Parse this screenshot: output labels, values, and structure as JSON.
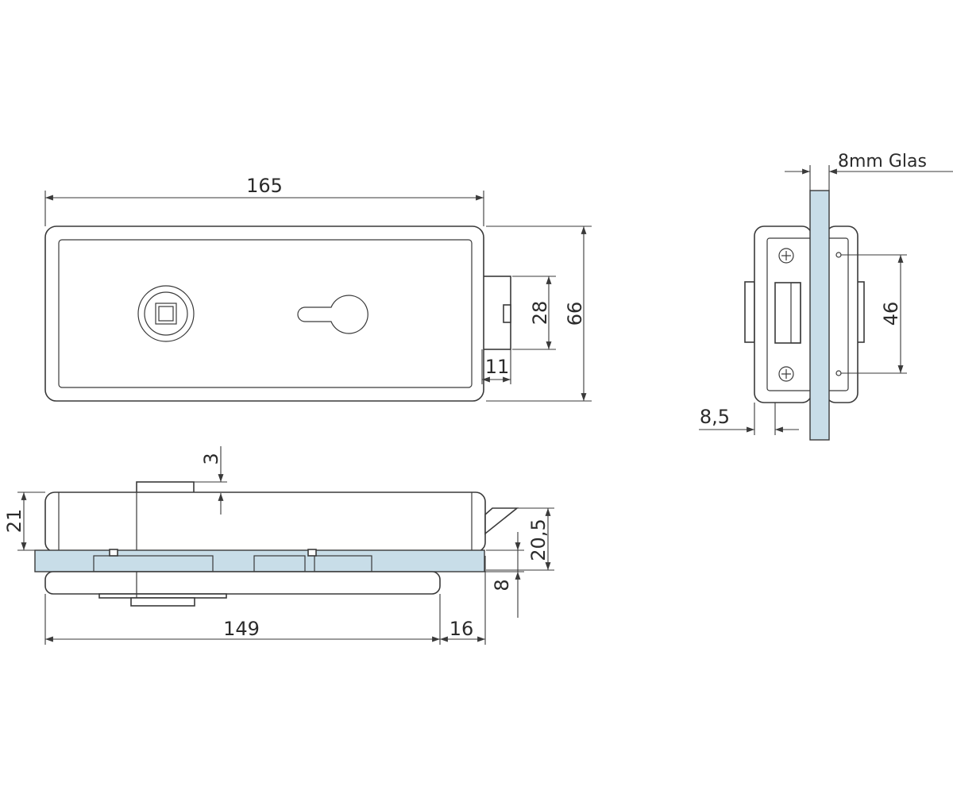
{
  "drawing": {
    "top_view": {
      "width_label": "165",
      "height_label": "66",
      "latch_height_label": "28",
      "latch_depth_label": "11"
    },
    "side_view": {
      "glass_label": "8mm Glas",
      "screw_spacing_label": "46",
      "offset_label": "8,5"
    },
    "section_view": {
      "body_height_label": "21",
      "cylinder_projection_label": "3",
      "latch_offset_label": "20,5",
      "glass_thickness_label": "8",
      "length_label": "149",
      "end_label": "16"
    },
    "colors": {
      "line": "#3a3a3a",
      "glass": "#c8dde8"
    }
  }
}
